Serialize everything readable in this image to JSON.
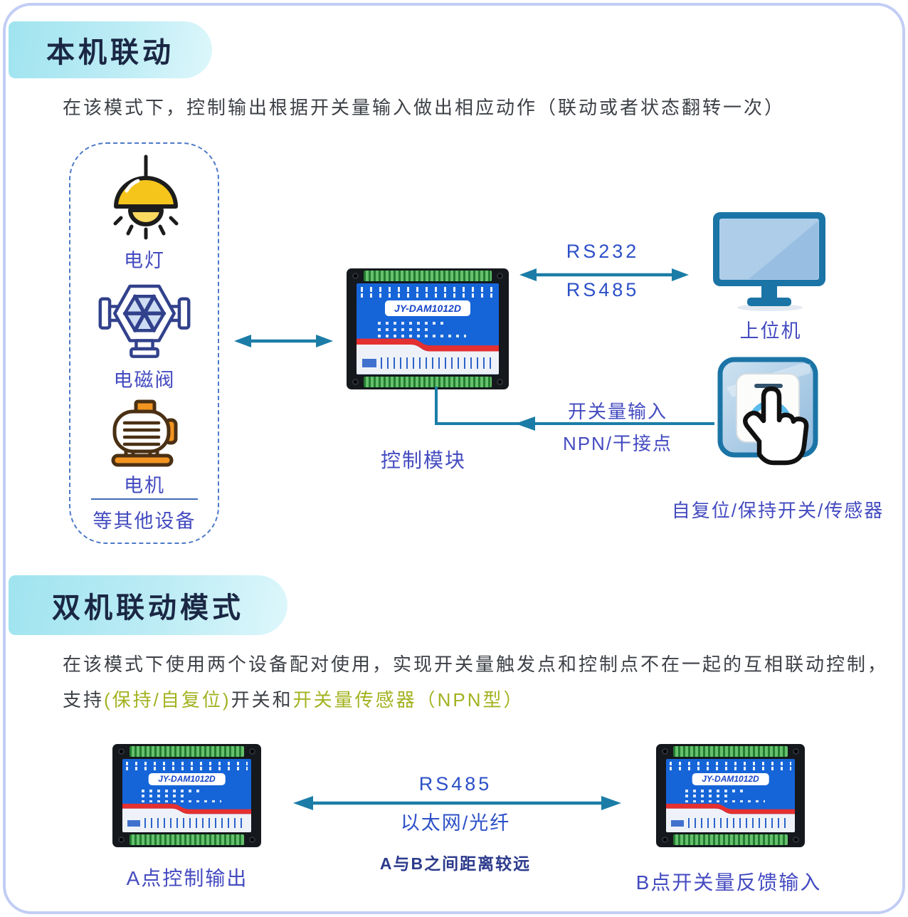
{
  "section1": {
    "title": "本机联动",
    "description": "在该模式下，控制输出根据开关量输入做出相应动作（联动或者状态翻转一次）",
    "devices": {
      "lamp": "电灯",
      "valve": "电磁阀",
      "motor": "电机",
      "others": "等其他设备"
    },
    "module": {
      "model": "JY-DAM1012D",
      "label": "控制模块"
    },
    "serial_link": {
      "top": "RS232",
      "bottom": "RS485"
    },
    "host_label": "上位机",
    "input_link": {
      "top": "开关量输入",
      "bottom": "NPN/干接点"
    },
    "switch_label": "自复位/保持开关/传感器"
  },
  "section2": {
    "title": "双机联动模式",
    "description_line1": "在该模式下使用两个设备配对使用，实现开关量触发点和控制点不在一起的互相联动控制，",
    "description_line2": {
      "a": "支持",
      "b": "(保持/自复位)",
      "c": "开关和",
      "d": "开关量传感器（NPN型）"
    },
    "module_a": {
      "model": "JY-DAM1012D",
      "label": "A点控制输出"
    },
    "module_b": {
      "model": "JY-DAM1012D",
      "label": "B点开关量反馈输入"
    },
    "link": {
      "top": "RS485",
      "bottom": "以太网/光纤",
      "note": "A与B之间距离较远"
    }
  },
  "colors": {
    "header_pill": "#a9e8f1",
    "title": "#1a2744",
    "label_blue": "#444bc0",
    "link_blue": "#2c50c8",
    "arrow_teal": "#1b7da7",
    "highlight_green": "#a3b220",
    "note_navy": "#2c3a8c",
    "red_stripe": "#e43030"
  }
}
